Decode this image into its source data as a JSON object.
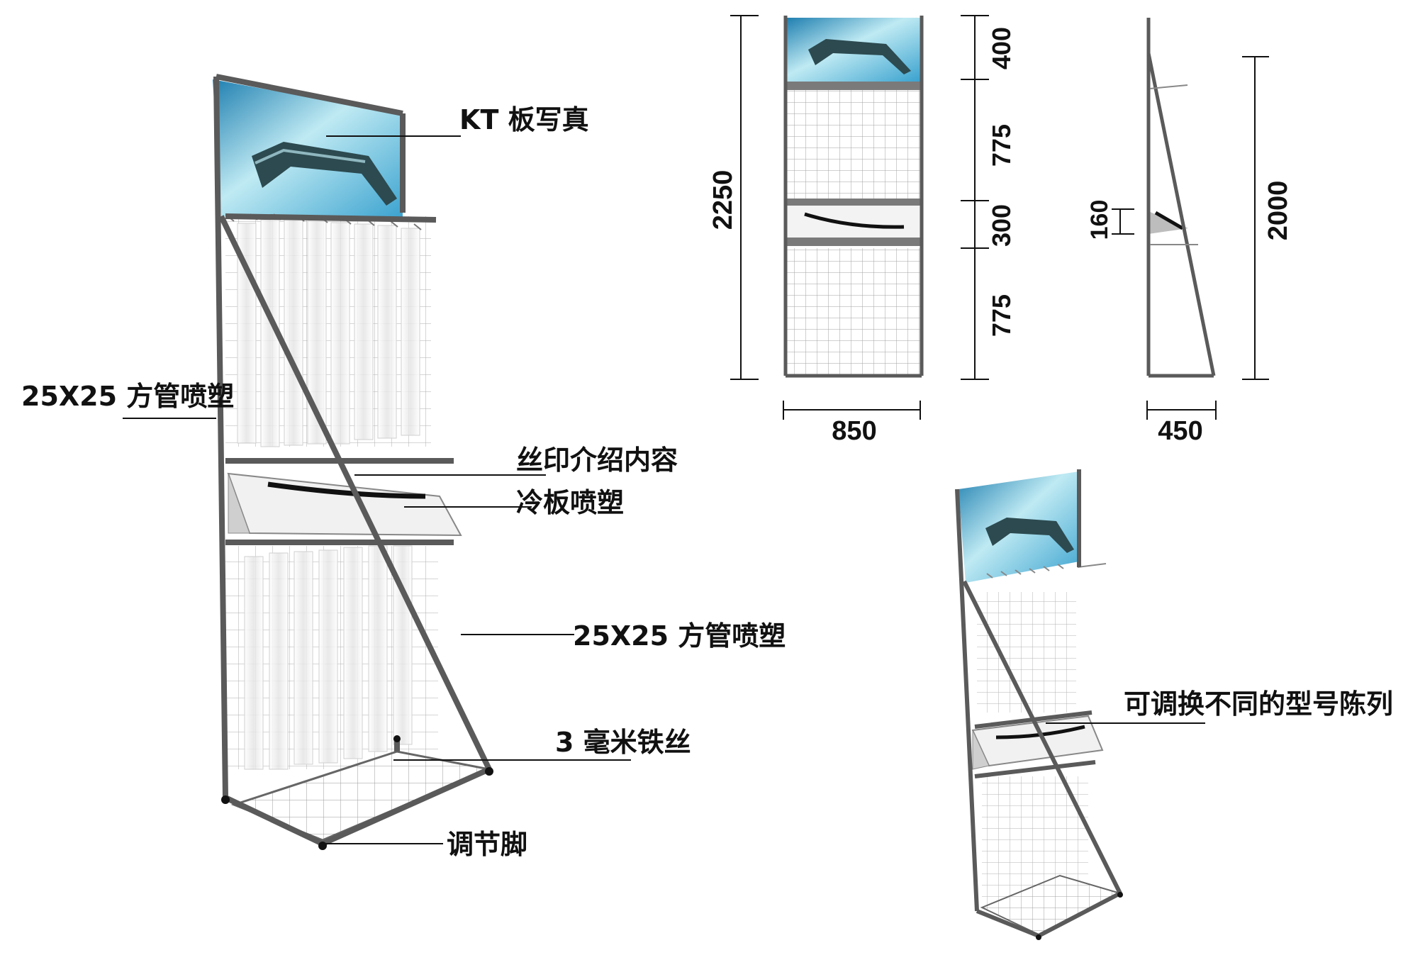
{
  "callouts": {
    "kt_board": "KT 板写真",
    "tube_left": "25X25 方管喷塑",
    "silkscreen": "丝印介绍内容",
    "cold_plate": "冷板喷塑",
    "tube_right": "25X25 方管喷塑",
    "wire": "3 毫米铁丝",
    "feet": "调节脚",
    "swap_models": "可调换不同的型号陈列"
  },
  "dimensions": {
    "front_total_height": "2250",
    "front_section_top": "400",
    "front_section_upper": "775",
    "front_section_tray": "300",
    "front_section_lower": "775",
    "front_width": "850",
    "side_tray_height": "160",
    "side_total_height": "2000",
    "side_depth": "450"
  },
  "colors": {
    "frame": "#5a5a5a",
    "banner_light": "#bfeaf3",
    "banner_dark": "#1f7fb0",
    "wiper": "#2c4a50",
    "text": "#111111"
  }
}
